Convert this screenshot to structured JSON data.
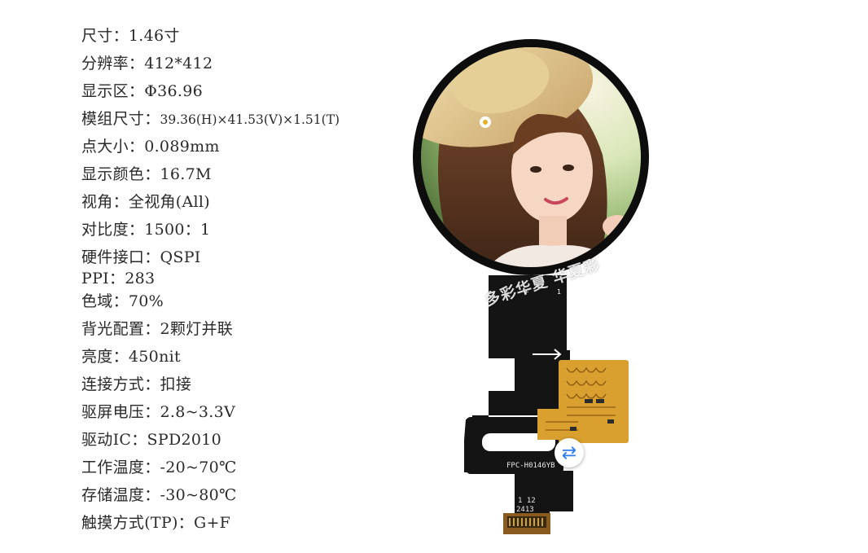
{
  "specs": [
    {
      "label": "尺寸：",
      "value": "1.46寸"
    },
    {
      "label": "分辨率：",
      "value": "412*412"
    },
    {
      "label": "显示区：",
      "value": "Φ36.96"
    },
    {
      "label": "模组尺寸：",
      "value": "39.36(H)×41.53(V)×1.51(T)"
    },
    {
      "label": "点大小：",
      "value": "0.089mm"
    },
    {
      "label": "显示颜色：",
      "value": "16.7M"
    },
    {
      "label": "视角：",
      "value": "全视角(All)"
    },
    {
      "label": "对比度：",
      "value": "1500：1"
    },
    {
      "label": "硬件接口：",
      "value": "QSPI"
    },
    {
      "label": "PPI：",
      "value": "283"
    },
    {
      "label": "色域：",
      "value": "70%"
    },
    {
      "label": "背光配置：",
      "value": "2颗灯并联"
    },
    {
      "label": "亮度：",
      "value": "450nit"
    },
    {
      "label": "连接方式：",
      "value": "扣接"
    },
    {
      "label": "驱屏电压：",
      "value": "2.8~3.3V"
    },
    {
      "label": "驱动IC：",
      "value": "SPD2010"
    },
    {
      "label": "工作温度：",
      "value": "-20~70℃"
    },
    {
      "label": "存储温度：",
      "value": "-30~80℃"
    },
    {
      "label": "触摸方式(TP)：",
      "value": "G+F"
    }
  ],
  "product": {
    "watermark": "多彩华夏  华夏彩",
    "fpc_code": "FPC-H0146YB",
    "fpc_num_top": "1 12",
    "fpc_num_bottom": "2413",
    "fpc_pin_label": "1",
    "refresh_icon": "refresh-icon",
    "colors": {
      "fpc": "#141414",
      "pcb": "#d9a030",
      "bezel": "#0d0d0d",
      "accent": "#2f7cf0"
    }
  }
}
